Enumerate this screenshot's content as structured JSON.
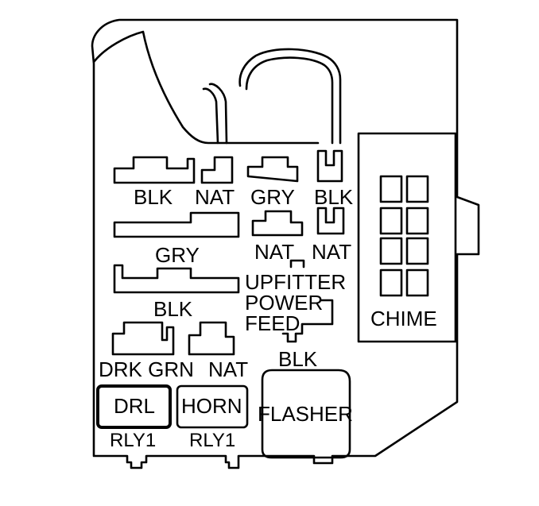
{
  "labels": {
    "blk_top": "BLK",
    "nat_top": "NAT",
    "gry_top": "GRY",
    "blk_top_right": "BLK",
    "gry_mid": "GRY",
    "nat_mid": "NAT",
    "nat_mid_right": "NAT",
    "upfitter": "UPFITTER",
    "power": "POWER",
    "feed": "FEED",
    "blk_mid": "BLK",
    "chime": "CHIME",
    "drk_grn": "DRK GRN",
    "nat_low": "NAT",
    "blk_flasher": "BLK",
    "drl": "DRL",
    "horn": "HORN",
    "flasher": "FLASHER",
    "rly1_left": "RLY1",
    "rly1_right": "RLY1"
  }
}
